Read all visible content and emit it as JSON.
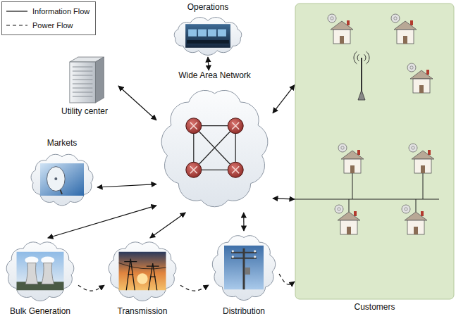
{
  "diagram": {
    "nodes": [
      {
        "text": [
          "Operations"
        ]
      },
      {
        "text": [
          "Utility center"
        ]
      },
      {
        "text": [
          "Wide Area Network"
        ]
      },
      {
        "text": [
          "Markets"
        ]
      },
      {
        "text": [
          "Customers"
        ]
      },
      {
        "text": [
          "Bulk Generation"
        ]
      },
      {
        "text": [
          "Transmission"
        ]
      },
      {
        "text": [
          "Distribution"
        ]
      }
    ],
    "edges": [
      {
        "from": 0,
        "to": 2,
        "arrow": "both"
      },
      {
        "from": 1,
        "to": 2,
        "arrow": "both"
      },
      {
        "from": 3,
        "to": 2,
        "arrow": "both"
      },
      {
        "from": 5,
        "to": 2,
        "arrow": "both"
      },
      {
        "from": 6,
        "to": 2,
        "arrow": "both"
      },
      {
        "from": 7,
        "to": 2,
        "arrow": "both"
      },
      {
        "from": 2,
        "to": 4,
        "arrow": "both"
      },
      {
        "from": 2,
        "to": 4,
        "arrow": "both"
      },
      {
        "from": 5,
        "to": 6,
        "arrow": "to"
      },
      {
        "from": 6,
        "to": 7,
        "arrow": "to"
      },
      {
        "from": 7,
        "to": 4,
        "arrow": "to"
      }
    ],
    "legend": [
      {
        "text": "Information Flow"
      },
      {
        "text": "Power Flow"
      }
    ]
  }
}
